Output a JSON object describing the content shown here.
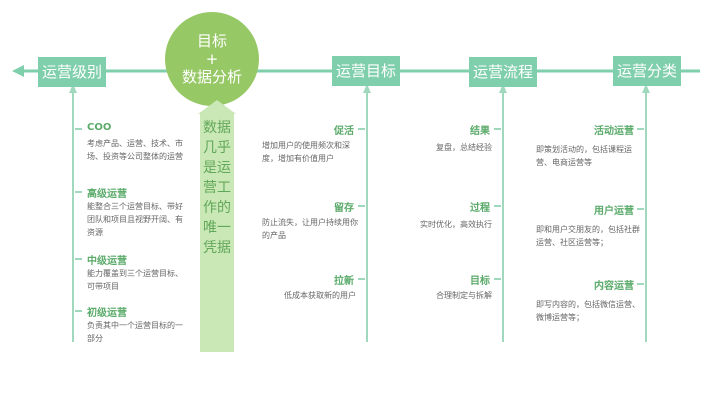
{
  "colors": {
    "teal": "#80cfac",
    "line": "#9fd8bd",
    "green_circle": "#97c866",
    "arrow_fill": "#c9e8b6",
    "title_green": "#5aaa6a"
  },
  "center": {
    "line1": "目标",
    "plus": "+",
    "line2": "数据分析",
    "vertical_text": "数据几乎是运营工作的唯一凭据"
  },
  "columns": {
    "level": {
      "header": "运营级别",
      "items": [
        {
          "title": "COO",
          "desc": "考虑产品、运营、技术、市场、投资等公司整体的运营"
        },
        {
          "title": "高级运营",
          "desc": "能整合三个运营目标、带好团队和项目且视野开阔、有资源"
        },
        {
          "title": "中级运营",
          "desc": "能力覆盖到三个运营目标、可带项目"
        },
        {
          "title": "初级运营",
          "desc": "负责其中一个运营目标的一部分"
        }
      ]
    },
    "goal": {
      "header": "运营目标",
      "items": [
        {
          "title": "促活",
          "desc": "增加用户的使用频次和深度，增加有价值用户"
        },
        {
          "title": "留存",
          "desc": "防止流失，让用户持续用你的产品"
        },
        {
          "title": "拉新",
          "desc": "低成本获取新的用户"
        }
      ]
    },
    "process": {
      "header": "运营流程",
      "items": [
        {
          "title": "结果",
          "desc": "复盘，总结经验"
        },
        {
          "title": "过程",
          "desc": "实时优化，高效执行"
        },
        {
          "title": "目标",
          "desc": "合理制定与拆解"
        }
      ]
    },
    "category": {
      "header": "运营分类",
      "items": [
        {
          "title": "活动运营",
          "desc": "即策划活动的，包括课程运营、电商运营等"
        },
        {
          "title": "用户运营",
          "desc": "即和用户交朋友的，包括社群运营、社区运营等；"
        },
        {
          "title": "内容运营",
          "desc": "即写内容的，包括微信运营、微博运营等；"
        }
      ]
    }
  }
}
